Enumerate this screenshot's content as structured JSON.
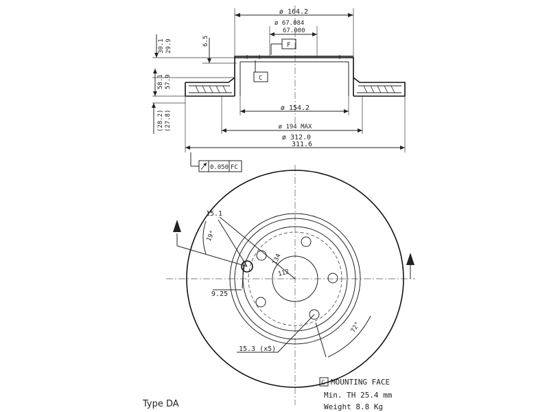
{
  "dims": {
    "d_164": "ø 164.2",
    "d_67a": "ø 67.084",
    "d_67b": "67.000",
    "datum_f": "F",
    "datum_c": "C",
    "h_30_1": "30.1",
    "h_29_9": "29.9",
    "h_6_5": "6.5",
    "h_58_1": "58.1",
    "h_57_9": "57.9",
    "h_28_2": "(28.2)",
    "h_27_8": "(27.8)",
    "d_154": "ø 154.2",
    "d_194": "ø 194 MAX",
    "d_312": "ø 312.0",
    "d_311": "311.6",
    "tol_value": "0.050",
    "tol_ref": "FC"
  },
  "front": {
    "w_15_1": "15.1",
    "a_19": "19°",
    "pcd_134": "134",
    "pcd_112": "112",
    "w_9_25": "9.25",
    "a_72": "72°",
    "holes": "15.3 (x5)"
  },
  "notes": {
    "mark": "C",
    "mounting_face": "MOUNTING FACE",
    "min_th": "Min. TH 25.4 mm",
    "weight": "Weight  8.8 Kg",
    "type": "Type DA"
  }
}
